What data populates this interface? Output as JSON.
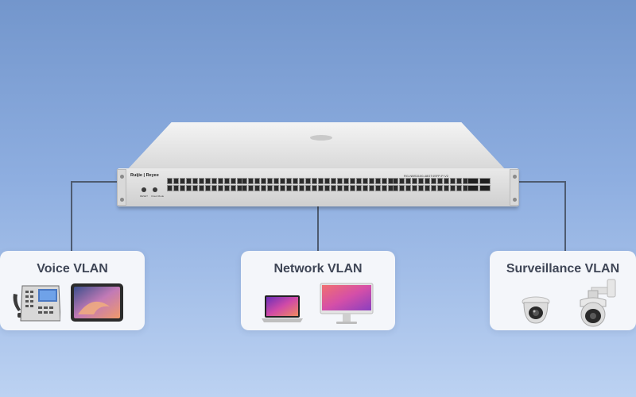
{
  "switch": {
    "brand": "Ruijie | Reyee",
    "model": "RG-NBS3100-48GT4SFP-P-V2",
    "reset_label": "RESET",
    "cloud_label": "Cloud Mode"
  },
  "vlans": [
    {
      "title": "Voice VLAN",
      "devices": [
        "ip-phone-icon",
        "tablet-icon"
      ]
    },
    {
      "title": "Network VLAN",
      "devices": [
        "laptop-icon",
        "monitor-icon"
      ]
    },
    {
      "title": "Surveillance VLAN",
      "devices": [
        "dome-camera-icon",
        "ptz-camera-icon"
      ]
    }
  ],
  "colors": {
    "background_top": "#7396cc",
    "background_bottom": "#bcd2f2",
    "card": "#f4f6fa",
    "connector": "#4e5b70",
    "title_text": "#3f4656"
  }
}
